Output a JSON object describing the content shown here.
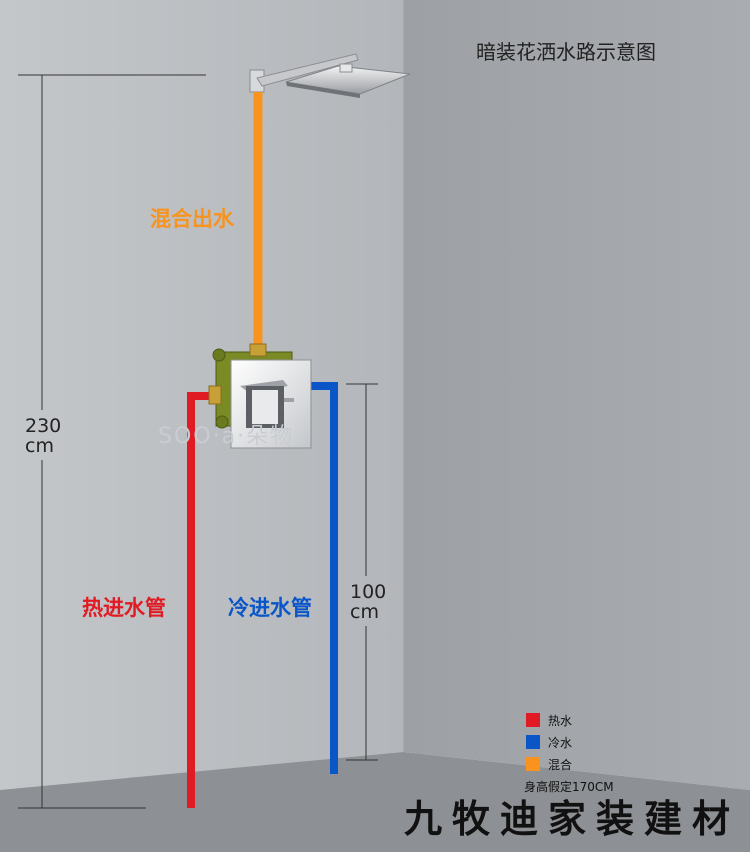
{
  "title": "暗装花洒水路示意图",
  "labels": {
    "mixed_out": "混合出水",
    "hot_pipe": "热进水管",
    "cold_pipe": "冷进水管"
  },
  "dimensions": {
    "total": {
      "value": "230",
      "unit": "cm"
    },
    "inlet": {
      "value": "100",
      "unit": "cm"
    }
  },
  "legend": [
    {
      "label": "热水",
      "color": "#e01b24"
    },
    {
      "label": "冷水",
      "color": "#0a55c8"
    },
    {
      "label": "混合",
      "color": "#f7931e"
    }
  ],
  "note": "身高假定170CM",
  "brand": "九牧迪家装建材",
  "watermark": "SOO·a·朵物",
  "colors": {
    "hot": "#e01b24",
    "cold": "#0a55c8",
    "mixed": "#f7931e",
    "wall_back": "#b9bcc0",
    "wall_right": "#a4a7ab",
    "floor": "#8d9094"
  }
}
